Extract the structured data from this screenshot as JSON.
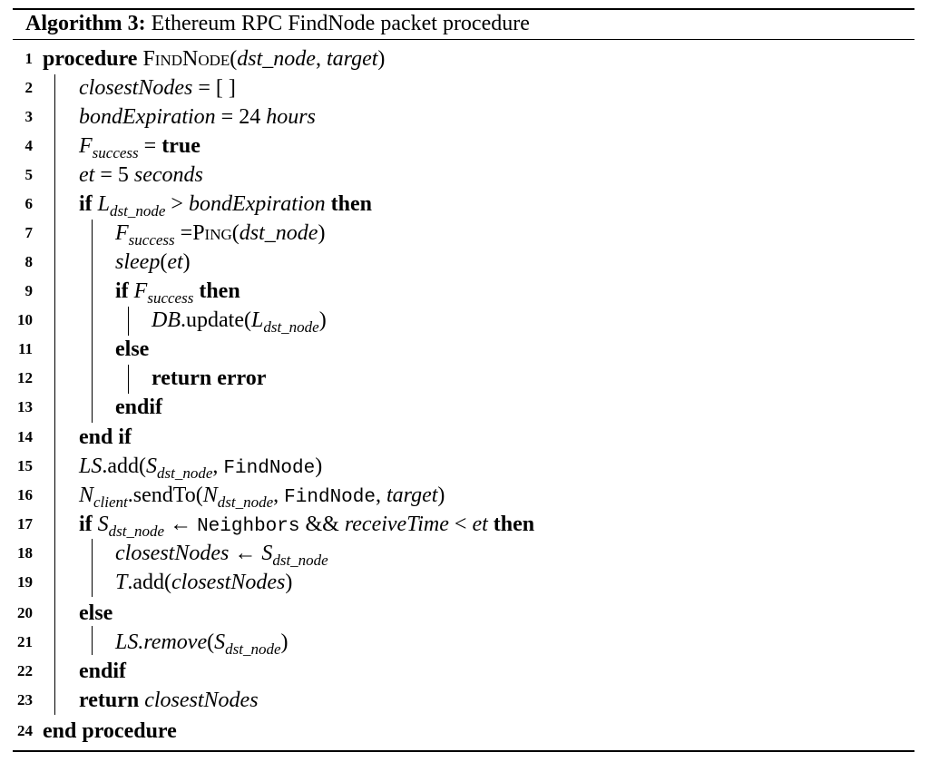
{
  "caption": {
    "label": "Algorithm 3:",
    "title": "Ethereum RPC FindNode packet procedure"
  },
  "lines": [
    {
      "n": "1"
    },
    {
      "n": "2"
    },
    {
      "n": "3"
    },
    {
      "n": "4"
    },
    {
      "n": "5"
    },
    {
      "n": "6"
    },
    {
      "n": "7"
    },
    {
      "n": "8"
    },
    {
      "n": "9"
    },
    {
      "n": "10"
    },
    {
      "n": "11"
    },
    {
      "n": "12"
    },
    {
      "n": "13"
    },
    {
      "n": "14"
    },
    {
      "n": "15"
    },
    {
      "n": "16"
    },
    {
      "n": "17"
    },
    {
      "n": "18"
    },
    {
      "n": "19"
    },
    {
      "n": "20"
    },
    {
      "n": "21"
    },
    {
      "n": "22"
    },
    {
      "n": "23"
    },
    {
      "n": "24"
    }
  ],
  "tokens": {
    "procedure": "procedure",
    "findnode_proc": "FindNode",
    "dst_node": "dst_node",
    "target": "target",
    "closestNodes": "closestNodes",
    "empty_list": "= [ ]",
    "bondExpiration": "bondExpiration",
    "hours_val": "= 24 ",
    "hours": "hours",
    "F": "F",
    "success": "success",
    "true_kw": "true",
    "et": "et",
    "seconds_val": "= 5 ",
    "seconds": "seconds",
    "if": "if",
    "L": "L",
    "dst_node_sub": "dst_node",
    "gt": " > ",
    "then": "then",
    "ping": "Ping",
    "sleep": "sleep",
    "DB": "DB",
    "update": ".update(",
    "else": "else",
    "return": "return",
    "error": "error",
    "endif": "endif",
    "end_if": "end if",
    "LS": "LS",
    "add": ".add(",
    "FindNode_tt": "FindNode",
    "N": "N",
    "client": "client",
    "sendTo": ".sendTo(",
    "S": "S",
    "larrow": " ← ",
    "Neighbors_tt": "Neighbors",
    "andand": " && ",
    "receiveTime": "receiveTime",
    "lt": " < ",
    "T": "T",
    "remove": ".remove",
    "end_procedure": "end procedure"
  }
}
